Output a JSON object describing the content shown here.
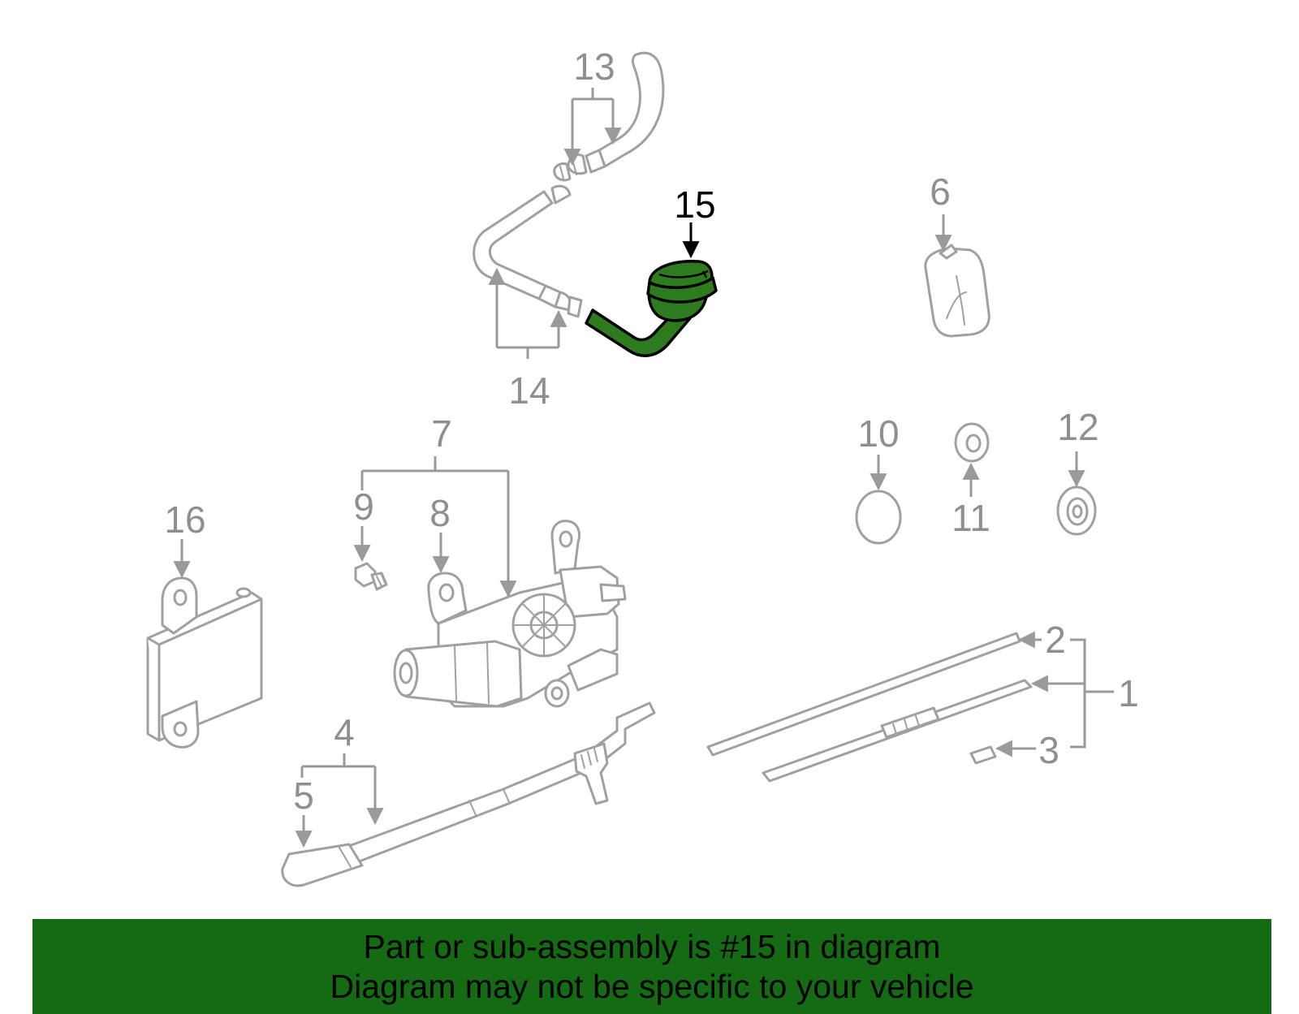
{
  "callouts": {
    "c1": "1",
    "c2": "2",
    "c3": "3",
    "c4": "4",
    "c5": "5",
    "c6": "6",
    "c7": "7",
    "c8": "8",
    "c9": "9",
    "c10": "10",
    "c11": "11",
    "c12": "12",
    "c13": "13",
    "c14": "14",
    "c15": "15",
    "c16": "16"
  },
  "highlight_color": "#2d7a1f",
  "banner": {
    "line1": "Part or sub-assembly is #15 in diagram",
    "line2": "Diagram may not be specific to your vehicle",
    "color": "#146b14"
  }
}
